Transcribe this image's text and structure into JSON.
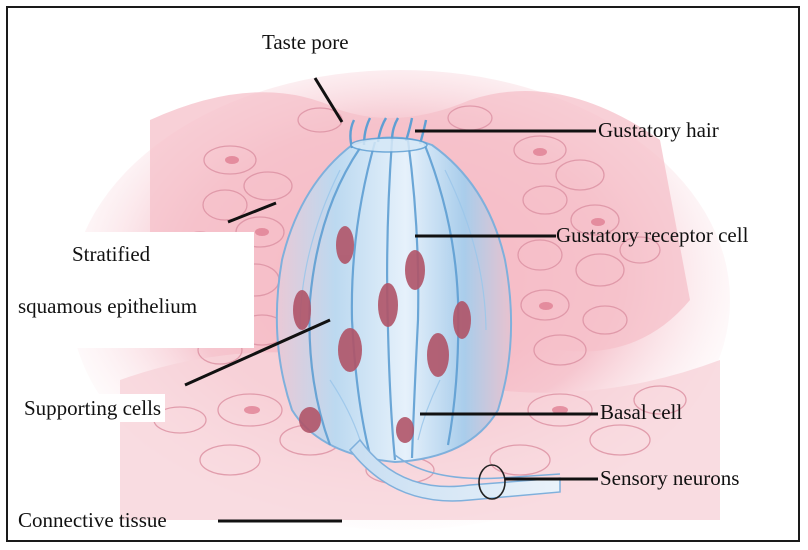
{
  "labels": {
    "taste_pore": "Taste pore",
    "gustatory_hair": "Gustatory hair",
    "gustatory_receptor_cell": "Gustatory receptor cell",
    "stratified_line1": "Stratified",
    "stratified_line2": "squamous epithelium",
    "supporting_cells": "Supporting cells",
    "basal_cell": "Basal cell",
    "sensory_neurons": "Sensory neurons",
    "connective_tissue": "Connective tissue"
  },
  "colors": {
    "tissue": "#f2b7c0",
    "tissue_dark": "#e68a9b",
    "cell_outline": "#d9889a",
    "bud_light": "#cfe4f5",
    "bud_blue": "#8ec1e6",
    "bud_edge": "#5f9fd3",
    "nucleus": "#b05468",
    "leader": "#111111"
  }
}
